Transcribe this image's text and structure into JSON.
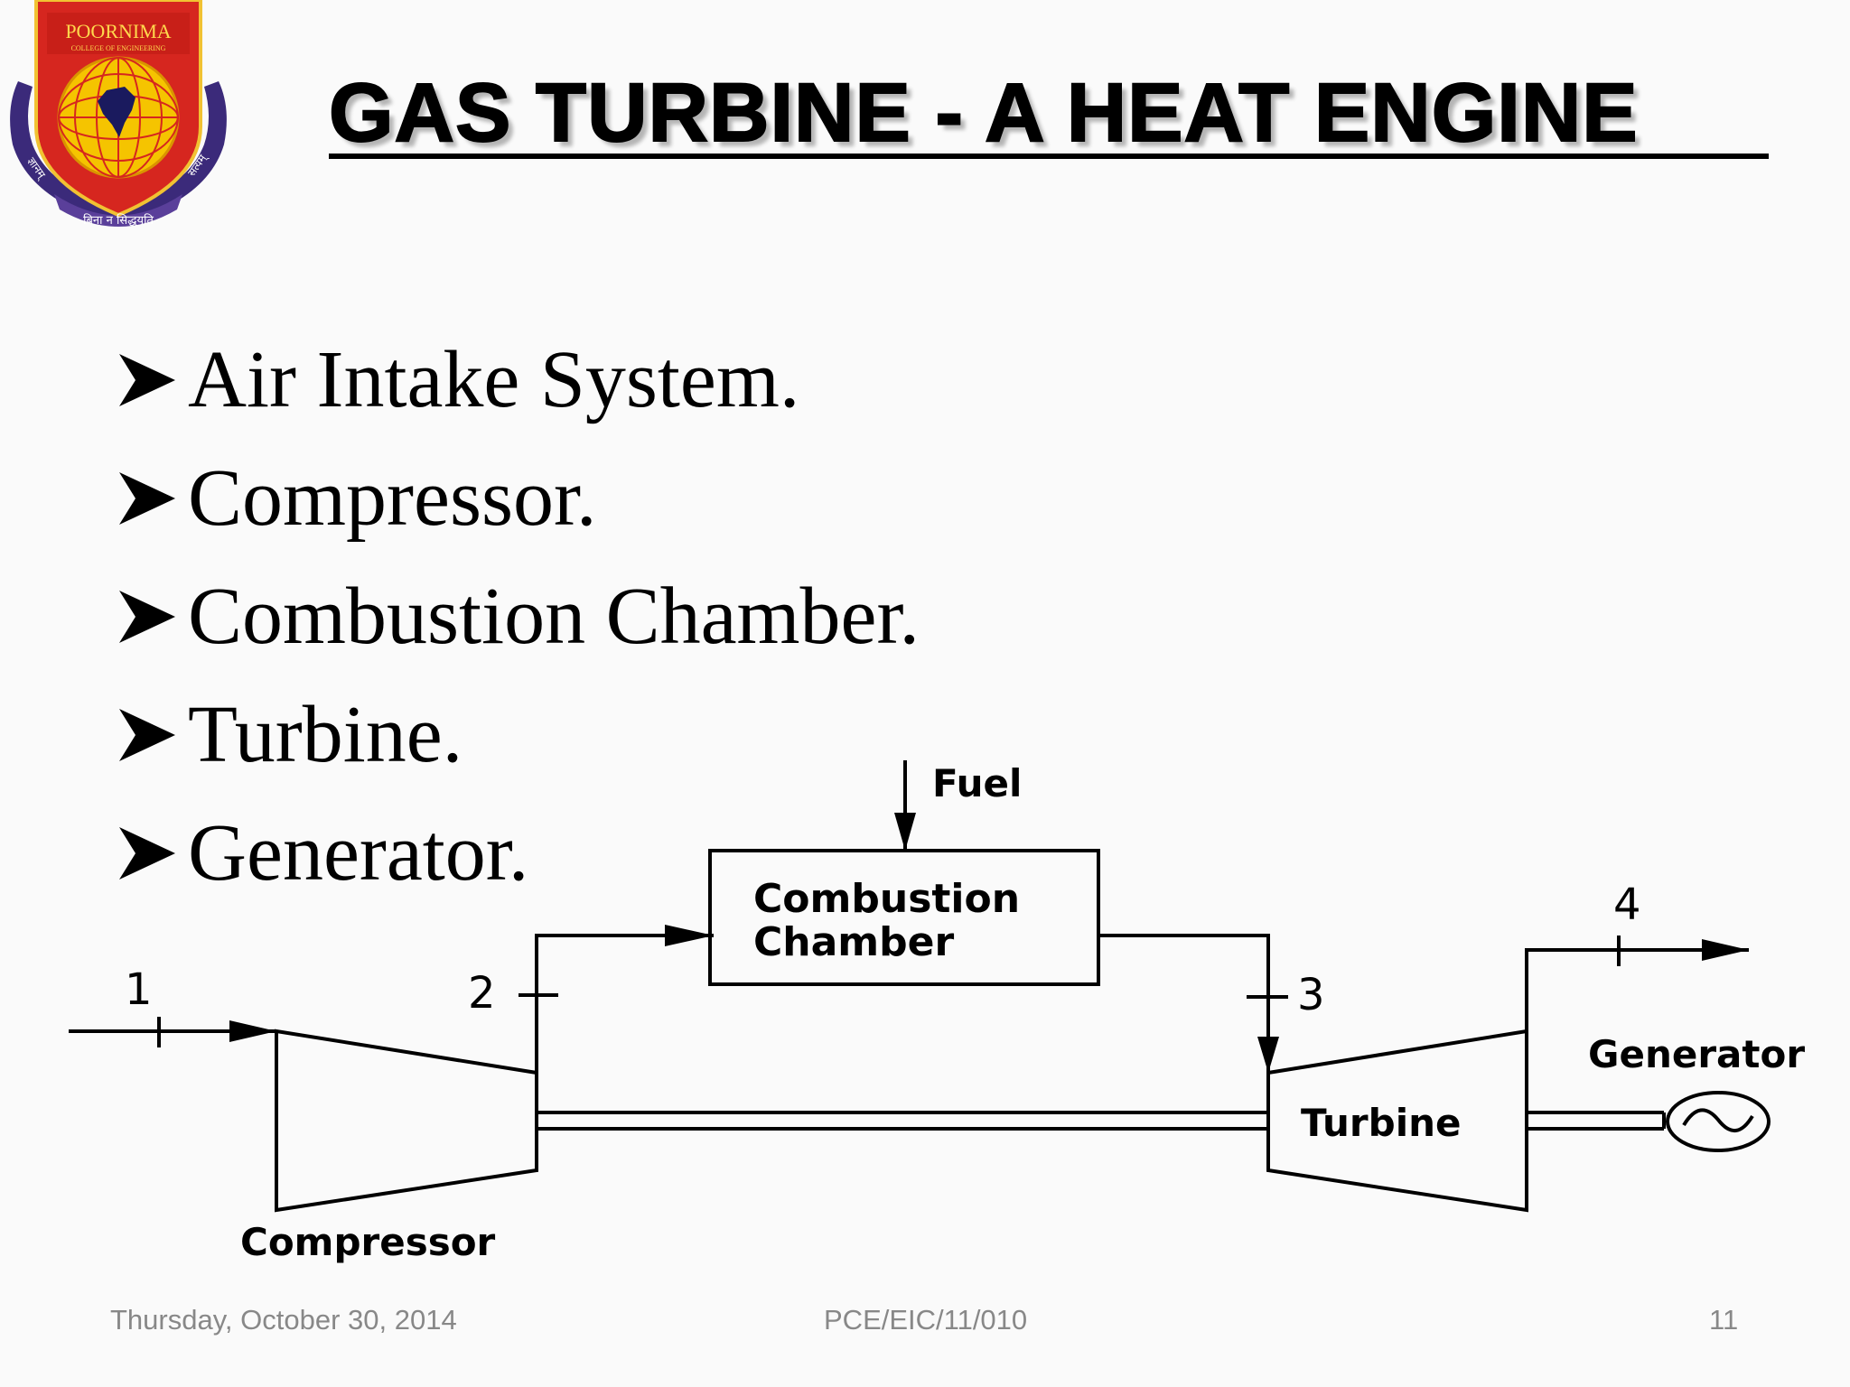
{
  "logo": {
    "text_top": "POORNIMA",
    "text_sub": "COLLEGE OF ENGINEERING",
    "text_left": "ज्ञानम्",
    "text_right": "सत्यम्",
    "motto": "बिना न सिद्धयति"
  },
  "slide": {
    "title": "GAS TURBINE - A HEAT ENGINE"
  },
  "bullets": [
    "Air Intake System.",
    "Compressor.",
    "Combustion Chamber.",
    "Turbine.",
    "Generator."
  ],
  "diagram": {
    "fuel_label": "Fuel",
    "chamber_line1": "Combustion",
    "chamber_line2": "Chamber",
    "compressor_label": "Compressor",
    "turbine_label": "Turbine",
    "generator_label": "Generator",
    "state_1": "1",
    "state_2": "2",
    "state_3": "3",
    "state_4": "4"
  },
  "footer": {
    "date": "Thursday, October 30, 2014",
    "code": "PCE/EIC/11/010",
    "page": "11"
  }
}
